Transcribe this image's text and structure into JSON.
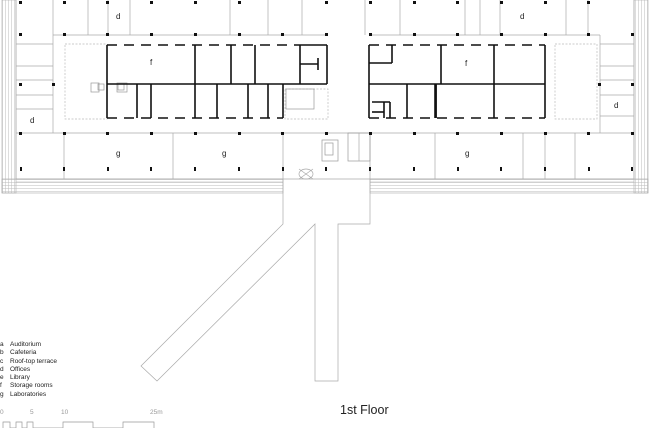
{
  "drawing": {
    "title": "1st Floor",
    "line_color": "#999999",
    "wall_color": "#111111",
    "background": "#ffffff"
  },
  "room_labels": {
    "d_top_left": "d",
    "d_top_right": "d",
    "d_left": "d",
    "d_right": "d",
    "f_left": "f",
    "f_right": "f",
    "g_left_1": "g",
    "g_left_2": "g",
    "g_right": "g"
  },
  "legend": {
    "items": [
      {
        "key": "a",
        "label": "Auditorium"
      },
      {
        "key": "b",
        "label": "Cafeteria"
      },
      {
        "key": "c",
        "label": "Roof-top terrace"
      },
      {
        "key": "d",
        "label": "Offices"
      },
      {
        "key": "e",
        "label": "Library"
      },
      {
        "key": "f",
        "label": "Storage rooms"
      },
      {
        "key": "g",
        "label": "Laboratories"
      }
    ]
  },
  "scale_bar": {
    "ticks": [
      "0",
      "5",
      "10",
      "25m"
    ]
  }
}
